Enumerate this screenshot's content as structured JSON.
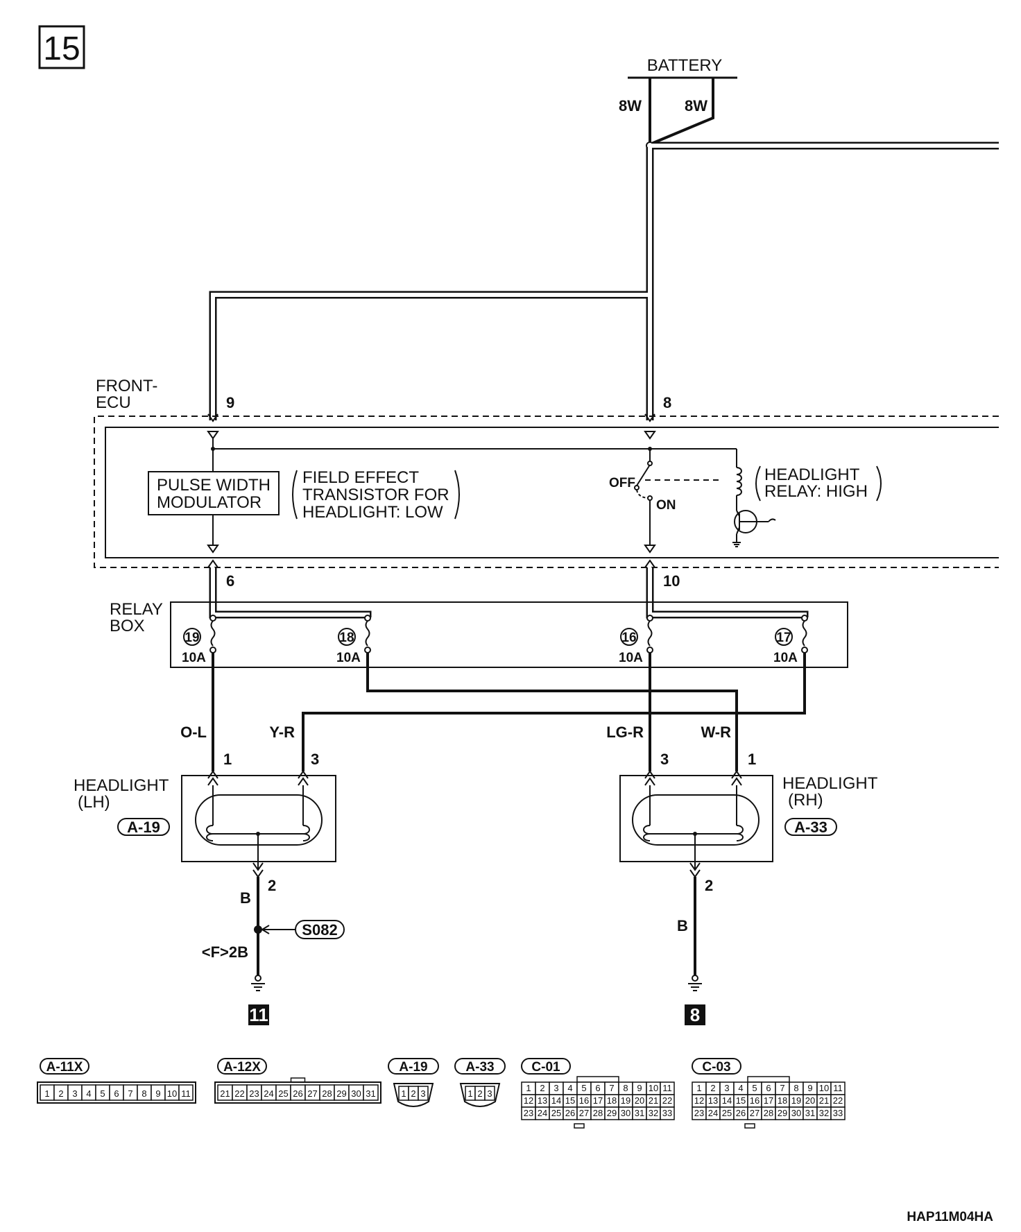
{
  "page_number": "15",
  "battery": {
    "label": "BATTERY",
    "wire_left": "8W",
    "wire_right": "8W"
  },
  "front_ecu": {
    "label_line1": "FRONT-",
    "label_line2": "ECU",
    "pin_9": "9",
    "pin_8": "8",
    "pin_6": "6",
    "pin_10": "10",
    "pwm_line1": "PULSE WIDTH",
    "pwm_line2": "MODULATOR",
    "fet_line1": "FIELD EFFECT",
    "fet_line2": "TRANSISTOR FOR",
    "fet_line3": "HEADLIGHT: LOW",
    "switch_off": "OFF",
    "switch_on": "ON",
    "relay_line1": "HEADLIGHT",
    "relay_line2": "RELAY: HIGH"
  },
  "relay_box": {
    "label_line1": "RELAY",
    "label_line2": "BOX",
    "fuses": [
      {
        "num": "19",
        "rating": "10A"
      },
      {
        "num": "18",
        "rating": "10A"
      },
      {
        "num": "16",
        "rating": "10A"
      },
      {
        "num": "17",
        "rating": "10A"
      }
    ]
  },
  "wires": {
    "ol": "O-L",
    "yr": "Y-R",
    "lgr": "LG-R",
    "wr": "W-R",
    "b_left": "B",
    "b_right": "B",
    "f2b": "<F>2B"
  },
  "headlight_lh": {
    "label_line1": "HEADLIGHT",
    "label_line2": "(LH)",
    "connector": "A-19",
    "pin_a": "1",
    "pin_b": "3",
    "pin_gnd": "2"
  },
  "headlight_rh": {
    "label_line1": "HEADLIGHT",
    "label_line2": "(RH)",
    "connector": "A-33",
    "pin_a": "3",
    "pin_b": "1",
    "pin_gnd": "2"
  },
  "splice": "S082",
  "ground_left": "11",
  "ground_right": "8",
  "connectors": [
    {
      "name": "A-11X",
      "pins": [
        "1",
        "2",
        "3",
        "4",
        "5",
        "6",
        "7",
        "8",
        "9",
        "10",
        "11"
      ]
    },
    {
      "name": "A-12X",
      "pins": [
        "21",
        "22",
        "23",
        "24",
        "25",
        "26",
        "27",
        "28",
        "29",
        "30",
        "31"
      ]
    },
    {
      "name": "A-19",
      "pins": [
        "1",
        "2",
        "3"
      ]
    },
    {
      "name": "A-33",
      "pins": [
        "1",
        "2",
        "3"
      ]
    },
    {
      "name": "C-01",
      "rows": [
        [
          "1",
          "2",
          "3",
          "4",
          "5",
          "6",
          "7",
          "8",
          "9",
          "10",
          "11"
        ],
        [
          "12",
          "13",
          "14",
          "15",
          "16",
          "17",
          "18",
          "19",
          "20",
          "21",
          "22"
        ],
        [
          "23",
          "24",
          "25",
          "26",
          "27",
          "28",
          "29",
          "30",
          "31",
          "32",
          "33"
        ]
      ]
    },
    {
      "name": "C-03",
      "rows": [
        [
          "1",
          "2",
          "3",
          "4",
          "5",
          "6",
          "7",
          "8",
          "9",
          "10",
          "11"
        ],
        [
          "12",
          "13",
          "14",
          "15",
          "16",
          "17",
          "18",
          "19",
          "20",
          "21",
          "22"
        ],
        [
          "23",
          "24",
          "25",
          "26",
          "27",
          "28",
          "29",
          "30",
          "31",
          "32",
          "33"
        ]
      ]
    }
  ],
  "doc_code": "HAP11M04HA"
}
